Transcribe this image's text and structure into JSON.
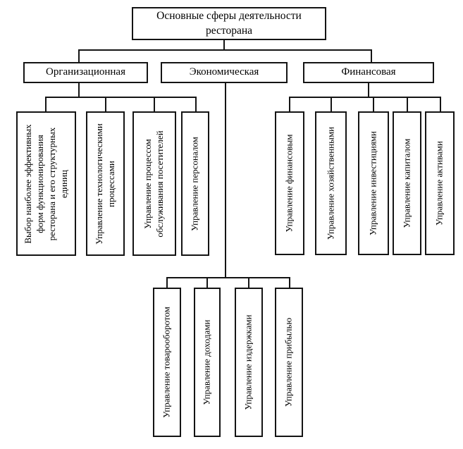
{
  "title": "Основные сферы деятельности ресторана",
  "branches": {
    "org": {
      "label": "Организационная",
      "children": [
        "Выбор наиболее эффективных форм функционирования ресторана и его структурных единиц",
        "Управление технологическими процессами",
        "Управление процессом обслуживания посетителей",
        "Управление персоналом"
      ]
    },
    "econ": {
      "label": "Экономическая",
      "children": [
        "Управление товарооборотом",
        "Управление доходами",
        "Управление издержками",
        "Управление прибылью"
      ]
    },
    "fin": {
      "label": "Финансовая",
      "children": [
        "Управление финансовым",
        "Управление хозяйственными",
        "Управление инвестициями",
        "Управление капиталом",
        "Управление активами"
      ]
    }
  },
  "colors": {
    "line": "#141414",
    "background": "#ffffff"
  }
}
